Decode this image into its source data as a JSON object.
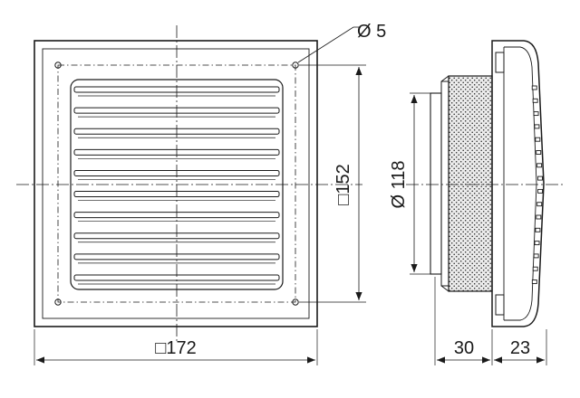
{
  "front_view": {
    "hole_label": "Ø 5",
    "width_label": "□172",
    "spacing_label": "□152",
    "louver_count": 10
  },
  "side_view": {
    "diameter_label": "Ø 118",
    "spigot_label": "30",
    "grille_label": "23"
  },
  "colors": {
    "line": "#1a1a1a",
    "foam": "#e9e9e9",
    "background": "#ffffff"
  }
}
